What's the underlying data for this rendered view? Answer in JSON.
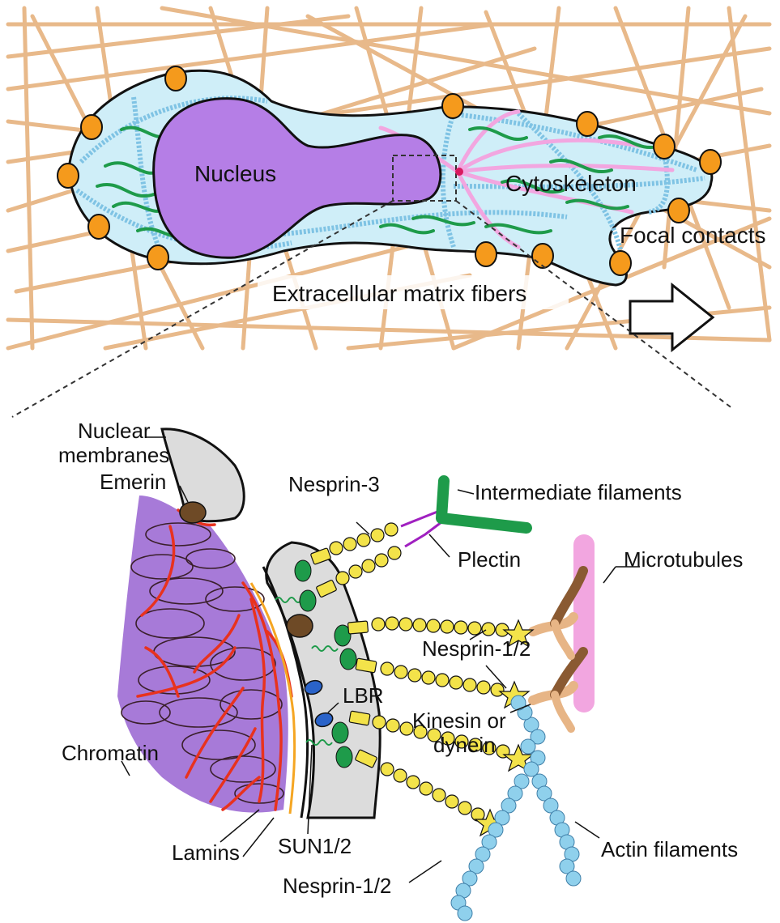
{
  "top_panel": {
    "nucleus_label": "Nucleus",
    "cytoskeleton_label": "Cytoskeleton",
    "focal_contacts_label": "Focal contacts",
    "ecm_label": "Extracellular matrix fibers"
  },
  "bottom_panel": {
    "nuclear_membranes_label_line1": "Nuclear",
    "nuclear_membranes_label_line2": "membranes",
    "emerin_label": "Emerin",
    "nesprin3_label": "Nesprin-3",
    "intermediate_filaments_label": "Intermediate filaments",
    "plectin_label": "Plectin",
    "microtubules_label": "Microtubules",
    "nesprin12_upper_label": "Nesprin-1/2",
    "lbr_label": "LBR",
    "kinesin_label_line1": "Kinesin or",
    "kinesin_label_line2": "dynein",
    "chromatin_label": "Chromatin",
    "lamins_label": "Lamins",
    "sun_label": "SUN1/2",
    "nesprin12_lower_label": "Nesprin-1/2",
    "actin_label": "Actin filaments"
  },
  "colors": {
    "ecm_fiber": "#e8b98a",
    "cell_fill": "#cfeef8",
    "nucleus_fill": "#b57ee6",
    "focal_contact": "#f59a1c",
    "microtubule": "#f2a6e0",
    "intermediate_filament": "#1e9b4a",
    "actin": "#8fd0ec",
    "nesprin": "#f3e34a",
    "chromatin_region": "#a77ad8",
    "lamin": "#e8321e",
    "lbr": "#2a63c9",
    "emerin": "#6e4a26",
    "membrane_gray": "#dcdcdc",
    "arrow": "#ffffff"
  }
}
